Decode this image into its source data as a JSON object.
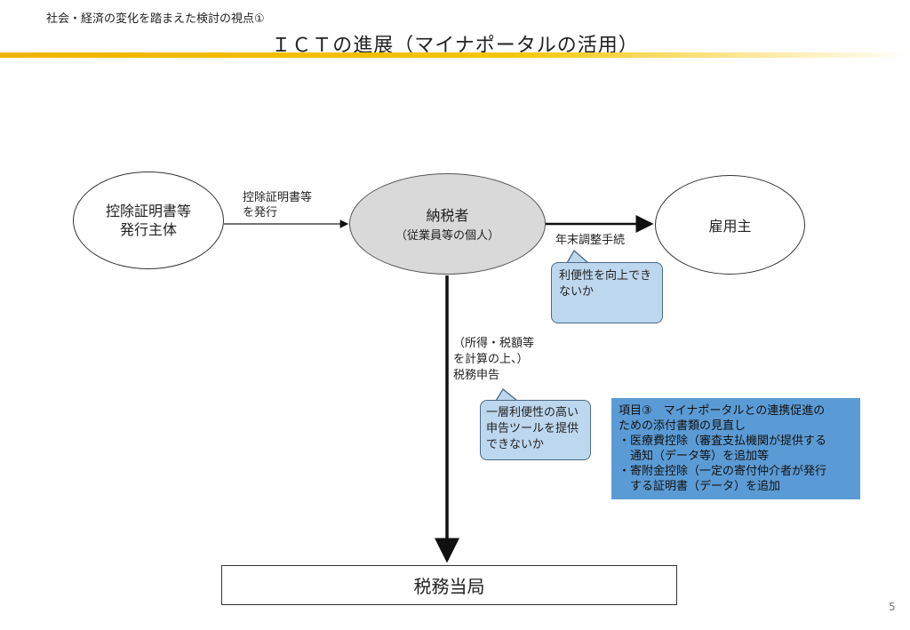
{
  "header": {
    "subtitle": "社会・経済の変化を踏まえた検討の視点①",
    "title": "ＩＣＴの進展（マイナポータルの活用）"
  },
  "nodes": {
    "issuer": [
      "控除証明書等",
      "発行主体"
    ],
    "taxpayer": [
      "納税者",
      "（従業員等の個人）"
    ],
    "employer": "雇用主",
    "authority": "税務当局"
  },
  "edges": {
    "issue": [
      "控除証明書等",
      "を発行"
    ],
    "year_end": "年末調整手続",
    "filing": [
      "（所得・税額等",
      "を計算の上、）",
      "税務申告"
    ]
  },
  "callouts": {
    "convenience": [
      "利便性を向上でき",
      "ないか"
    ],
    "tool": [
      "一層利便性の高い",
      "申告ツールを提供",
      "できないか"
    ]
  },
  "info_box": {
    "lines": [
      "項目③　マイナポータルとの連携促進の",
      "ための添付書類の見直し",
      "・医療費控除（審査支払機関が提供する",
      "　通知（データ等）を追加等",
      "・寄附金控除（一定の寄付仲介者が発行",
      "　する証明書（データ）を追加"
    ]
  },
  "page_number": "5",
  "colors": {
    "accent": "#f0b400",
    "callout": "#bdd7ee",
    "info": "#5b9bd5",
    "node_gray": "#d9d9d9"
  }
}
